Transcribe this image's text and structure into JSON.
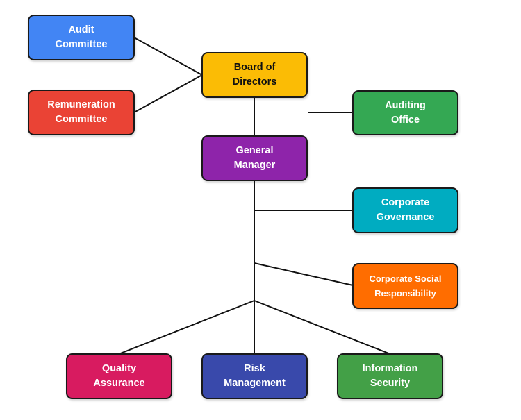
{
  "diagram": {
    "type": "org-chart",
    "nodes": {
      "audit": {
        "line1": "Audit",
        "line2": "Committee",
        "color": "#4285f4"
      },
      "remun": {
        "line1": "Remuneration",
        "line2": "Committee",
        "color": "#ea4335"
      },
      "board": {
        "line1": "Board of",
        "line2": "Directors",
        "color": "#fbbc05"
      },
      "auditing": {
        "line1": "Auditing",
        "line2": "Office",
        "color": "#34a853"
      },
      "gm": {
        "line1": "General",
        "line2": "Manager",
        "color": "#8e24aa"
      },
      "governance": {
        "line1": "Corporate",
        "line2": "Governance",
        "color": "#00acc1"
      },
      "csr": {
        "line1": "Corporate Social",
        "line2": "Responsibility",
        "color": "#ff6d00"
      },
      "quality": {
        "line1": "Quality",
        "line2": "Assurance",
        "color": "#d81b60"
      },
      "risk": {
        "line1": "Risk",
        "line2": "Management",
        "color": "#3949ab"
      },
      "infosec": {
        "line1": "Information",
        "line2": "Security",
        "color": "#43a047"
      }
    },
    "edges": [
      {
        "from": "audit",
        "to": "board"
      },
      {
        "from": "remun",
        "to": "board"
      },
      {
        "from": "board",
        "to": "gm"
      },
      {
        "from": "board",
        "to": "auditing"
      },
      {
        "from": "gm",
        "to": "governance"
      },
      {
        "from": "gm",
        "to": "csr"
      },
      {
        "from": "gm",
        "to": "quality"
      },
      {
        "from": "gm",
        "to": "risk"
      },
      {
        "from": "gm",
        "to": "infosec"
      }
    ],
    "connector_color": "#111111"
  }
}
